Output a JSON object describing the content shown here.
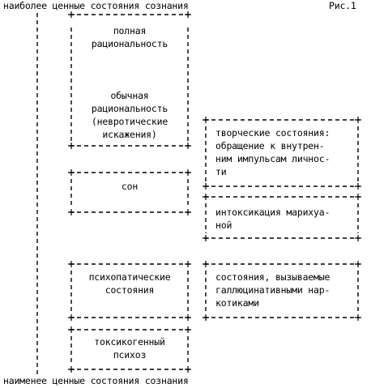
{
  "figure_label": "Рис.1",
  "top_caption": "наиболее ценные состояния сознания",
  "bottom_caption": "наименее ценные состояния сознания",
  "boxes": {
    "full_rationality": "полная\nрациональность",
    "ordinary_rationality": "обычная\nрациональность\n(невротические\nискажения)",
    "sleep": "сон",
    "psychopathic_states": "психопатические\nсостояния",
    "toxicogenic_psychosis": "токсикогенный\nпсихоз",
    "creative_states": "творческие состояния:\nобращение к  внутрен-\nним импульсам личнос-\nти",
    "marijuana_intoxication": "интоксикация марихуа-\nной",
    "hallucinogen_states": "состояния, вызываемые\nгаллюцинативными нар-\nкотиками"
  }
}
